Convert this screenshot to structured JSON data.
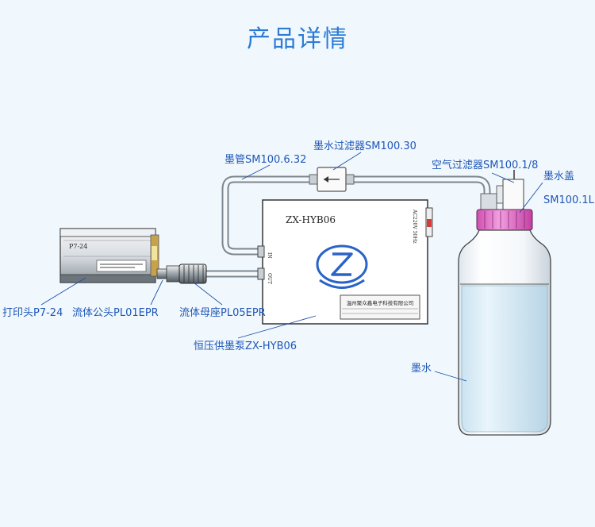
{
  "header": {
    "title": "产品详情"
  },
  "device": {
    "print_head_label": "P7-24",
    "pump_model": "ZX-HYB06",
    "port_in": "IN",
    "port_out": "OUT",
    "power": "AC220V 50Hz",
    "logo_text": "ZX",
    "plate_company": "温州聚众鑫电子科技有限公司"
  },
  "callouts": {
    "ink_filter": "墨水过滤器SM100.30",
    "ink_tube": "墨管SM100.6.32",
    "air_filter": "空气过滤器SM100.1/8",
    "ink_cap_line1": "墨水盖",
    "ink_cap_line2": "SM100.1L",
    "print_head": "打印头P7-24",
    "male_connector": "流体公头PL01EPR",
    "female_socket": "流体母座PL05EPR",
    "pump": "恒压供墨泵ZX-HYB06",
    "ink": "墨水"
  },
  "colors": {
    "label": "#1f56b8",
    "title": "#2b7bd6",
    "background": "#f0f8fd",
    "cap": "#e668c8",
    "logo": "#2a63c8"
  }
}
